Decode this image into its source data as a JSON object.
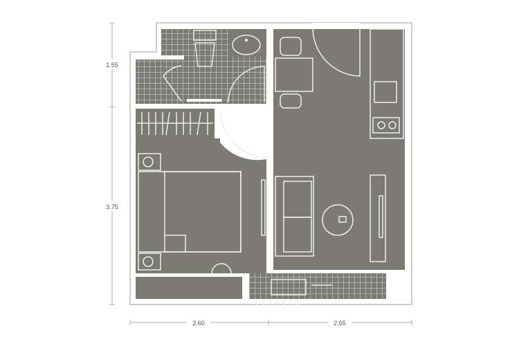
{
  "plan": {
    "dimensions": {
      "left_upper": "1.55",
      "left_lower": "3.75",
      "bottom_left": "2.60",
      "bottom_right": "2.65"
    },
    "colors": {
      "floor": "#7b7b74",
      "wall": "#ffffff",
      "outline": "#b8b8b8",
      "lines": "#eeeeee"
    }
  }
}
